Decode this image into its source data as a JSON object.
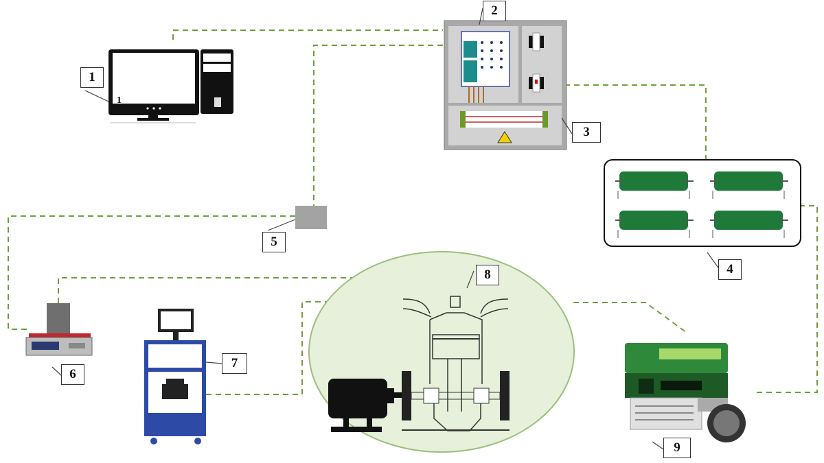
{
  "labels": {
    "computer": "1",
    "control_cabinet": "2",
    "power_module": "3",
    "resistor_load_bank": "4",
    "signal_converter": "5",
    "fuel_scale": "6",
    "emission_analyzer": "7",
    "engine_test_bench": "8",
    "generator": "9"
  },
  "screen_mark": "1",
  "colors": {
    "connection": "#6e9e3c",
    "engine_highlight": "#e6f0da",
    "resistor": "#1f7a3a",
    "analyzer_cabinet": "#2d4aa6",
    "generator": "#2e8a3a"
  }
}
